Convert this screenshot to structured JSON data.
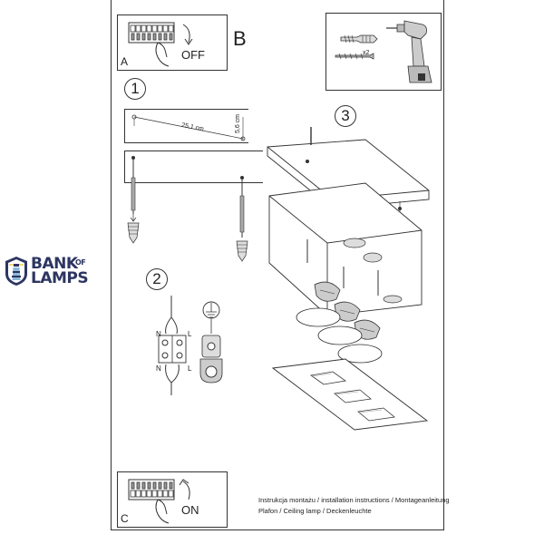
{
  "page": {
    "background": "#ffffff",
    "line_color": "#333333"
  },
  "brand": {
    "word_top": "BANK",
    "word_of": "OF",
    "word_bottom": "LAMPS",
    "color": "#2d3561",
    "accent": "#8bb8d8",
    "icon": "lighthouse-icon"
  },
  "panel_a": {
    "letter": "A",
    "action": "OFF",
    "icon": "breaker-off-icon"
  },
  "panel_b": {
    "letter": "B",
    "quantity": "x2",
    "icons": [
      "wall-plug-screw-icon",
      "cordless-drill-icon"
    ]
  },
  "panel_c": {
    "letter": "C",
    "action": "ON",
    "icon": "breaker-on-icon"
  },
  "step1": {
    "number": "1",
    "width_dimension": "25,1 cm",
    "height_dimension": "5,6 cm"
  },
  "step2": {
    "number": "2",
    "terminals": {
      "n_top": "N",
      "l_top": "L",
      "n_bottom": "N",
      "l_bottom": "L"
    },
    "icon": "ground-symbol-icon"
  },
  "step3": {
    "number": "3"
  },
  "footer": {
    "line1": "Instrukcja montażu / installation instructions / Montageanleitung",
    "line2": "Plafon / Ceiling lamp / Deckenleuchte"
  }
}
